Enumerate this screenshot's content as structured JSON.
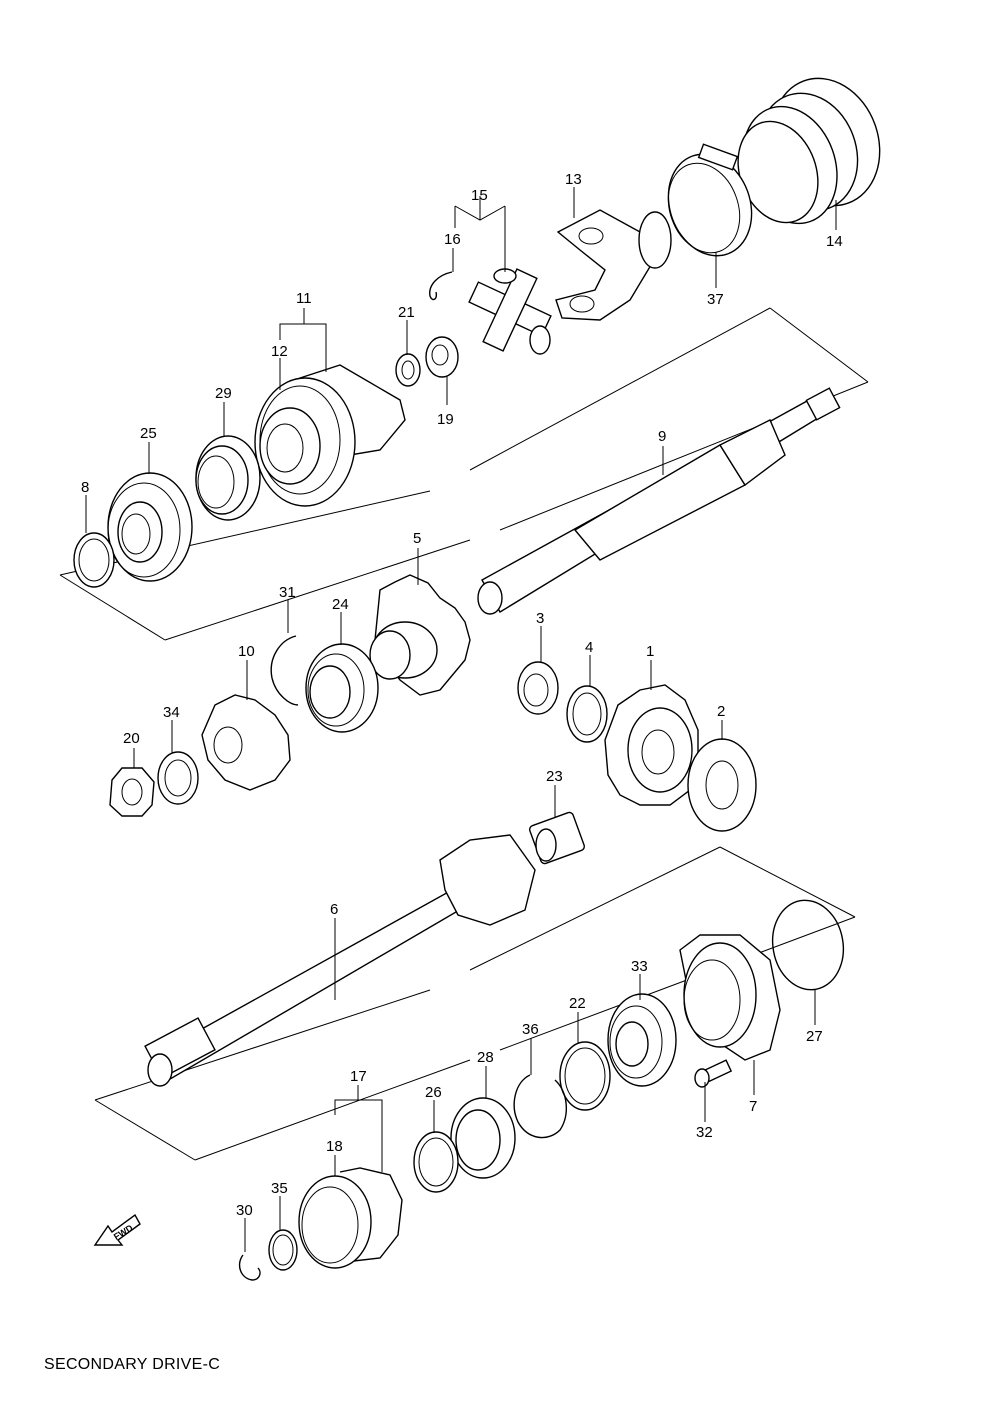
{
  "caption": "SECONDARY DRIVE-C",
  "fwd_label": "FWD",
  "parts": {
    "p1": "1",
    "p2": "2",
    "p3": "3",
    "p4": "4",
    "p5": "5",
    "p6": "6",
    "p7": "7",
    "p8": "8",
    "p9": "9",
    "p10": "10",
    "p11": "11",
    "p12": "12",
    "p13": "13",
    "p14": "14",
    "p15": "15",
    "p16": "16",
    "p17": "17",
    "p18": "18",
    "p19": "19",
    "p20": "20",
    "p21": "21",
    "p22": "22",
    "p23": "23",
    "p24": "24",
    "p25": "25",
    "p26": "26",
    "p27": "27",
    "p28": "28",
    "p29": "29",
    "p30": "30",
    "p31": "31",
    "p32": "32",
    "p33": "33",
    "p34": "34",
    "p35": "35",
    "p36": "36",
    "p37": "37"
  }
}
